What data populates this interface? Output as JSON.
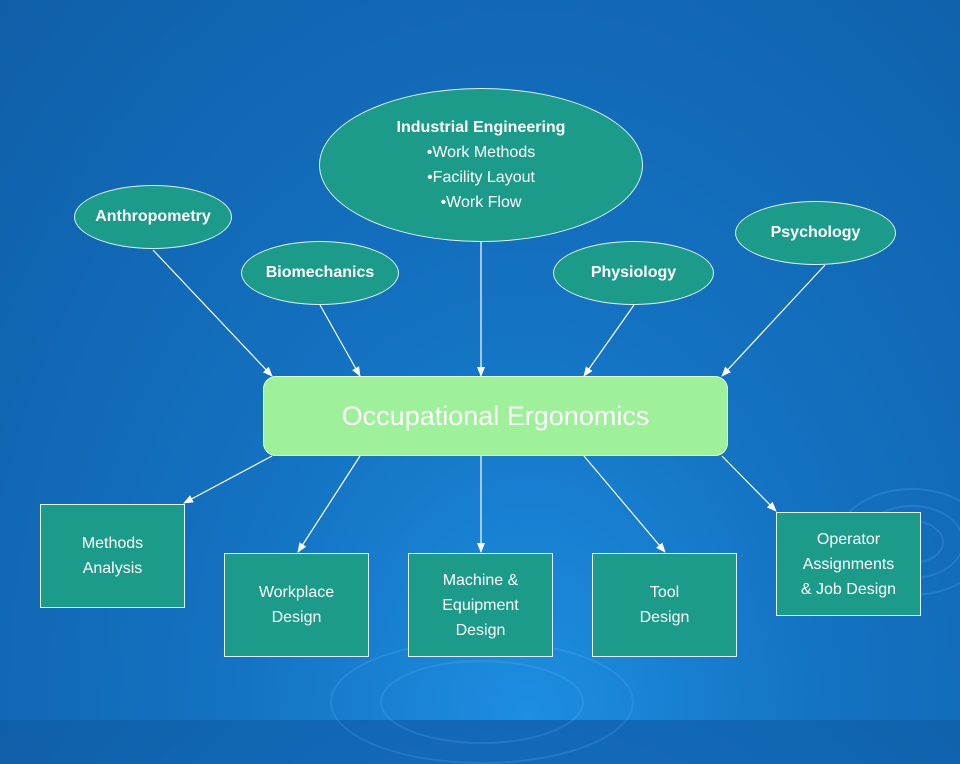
{
  "center": {
    "label": "Occupational Ergonomics"
  },
  "inputs": {
    "anthropometry": "Anthropometry",
    "biomechanics": "Biomechanics",
    "industrial_engineering": {
      "title": "Industrial Engineering",
      "items": [
        "•Work Methods",
        "•Facility Layout",
        "•Work Flow"
      ]
    },
    "physiology": "Physiology",
    "psychology": "Psychology"
  },
  "outputs": {
    "methods_analysis": "Methods\nAnalysis",
    "workplace_design": "Workplace\nDesign",
    "machine_equipment_design": "Machine &\nEquipment\nDesign",
    "tool_design": "Tool\nDesign",
    "operator_assignments": "Operator\nAssignments\n& Job Design"
  },
  "colors": {
    "background": "#1472c2",
    "node_fill": "#1c9a8a",
    "center_fill": "#9ef09a",
    "text": "#ffffff"
  }
}
